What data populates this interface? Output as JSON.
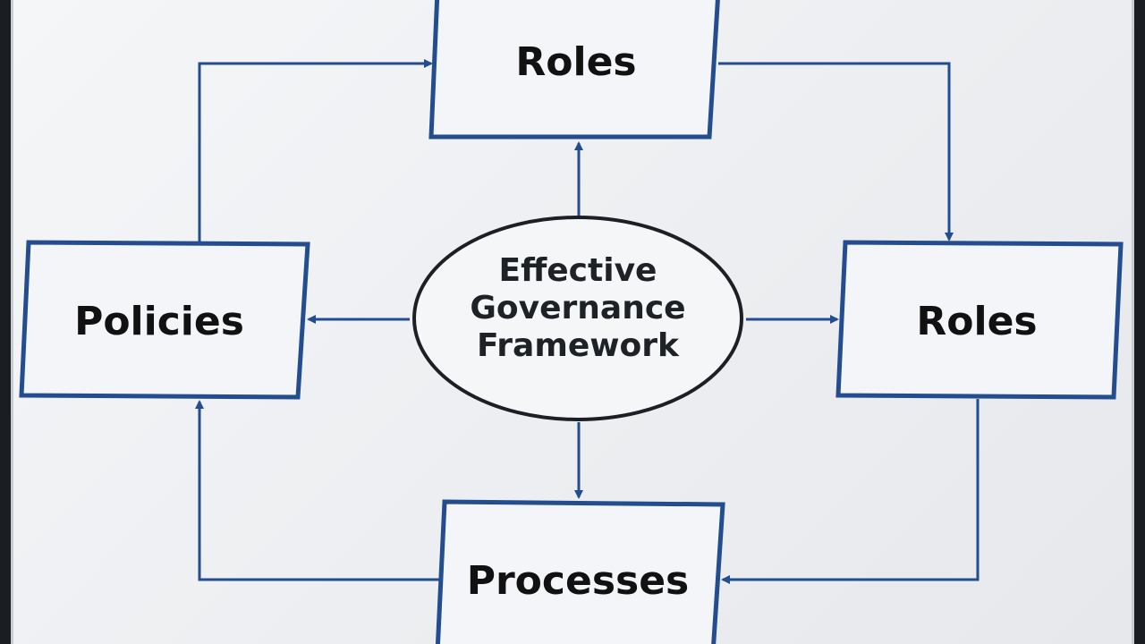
{
  "diagram": {
    "center": {
      "lines": [
        "Effective",
        "Governance",
        "Framework"
      ]
    },
    "nodes": {
      "top": "Roles",
      "right": "Roles",
      "left": "Policies",
      "bottom": "Processes"
    },
    "colors": {
      "border": "#234d8f",
      "arrow": "#234d8f",
      "ellipse": "#1c1f24",
      "text": "#111111"
    }
  }
}
